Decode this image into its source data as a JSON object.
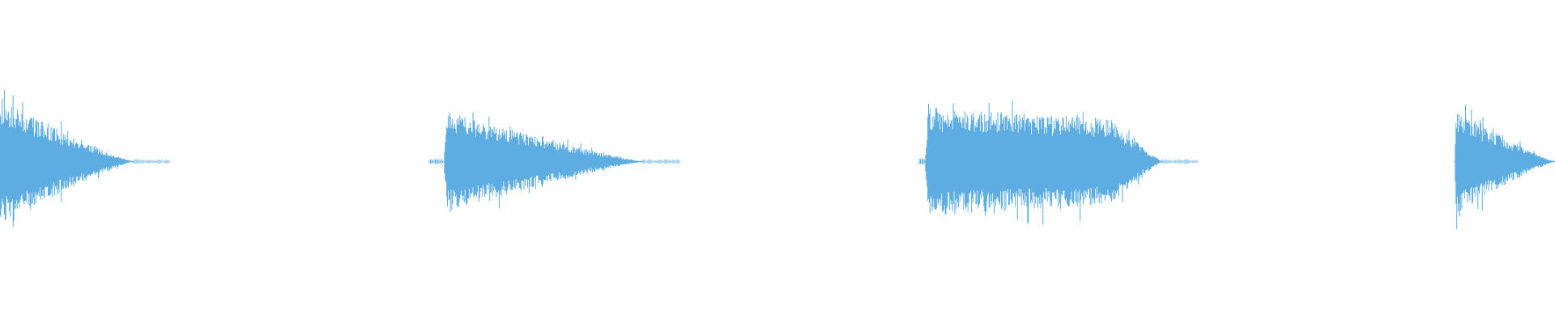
{
  "waveform": {
    "color": "#5dade2",
    "background": "#ffffff",
    "bursts": [
      {
        "onset": "clipped-left",
        "shape": "decay",
        "amplitude": 0.85
      },
      {
        "onset": "lead-in",
        "shape": "decay",
        "amplitude": 0.7
      },
      {
        "onset": "lead-in",
        "shape": "sustained-decay",
        "amplitude": 0.75
      },
      {
        "onset": "clipped-right",
        "shape": "decay",
        "amplitude": 0.72
      }
    ]
  }
}
